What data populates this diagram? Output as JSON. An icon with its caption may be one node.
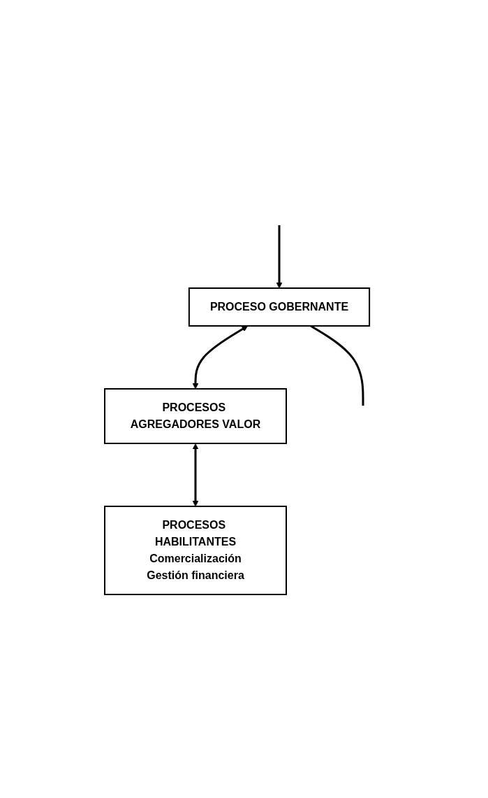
{
  "diagram": {
    "nodes": [
      {
        "text": [
          "PROCESO GOBERNANTE"
        ]
      },
      {
        "text": [
          "PROCESOS AGREGADORES VALOR"
        ]
      },
      {
        "text": [
          "PROCESOS HABILITANTES",
          "Comercialización",
          "Gestión financiera"
        ]
      }
    ],
    "edges": [
      {
        "from": 0,
        "to": 1,
        "arrow": "both"
      },
      {
        "from": 1,
        "to": 2,
        "arrow": "both"
      },
      {
        "from": 0,
        "to": null,
        "arrow": "none"
      },
      {
        "from": null,
        "to": 0,
        "arrow": "to"
      }
    ]
  }
}
